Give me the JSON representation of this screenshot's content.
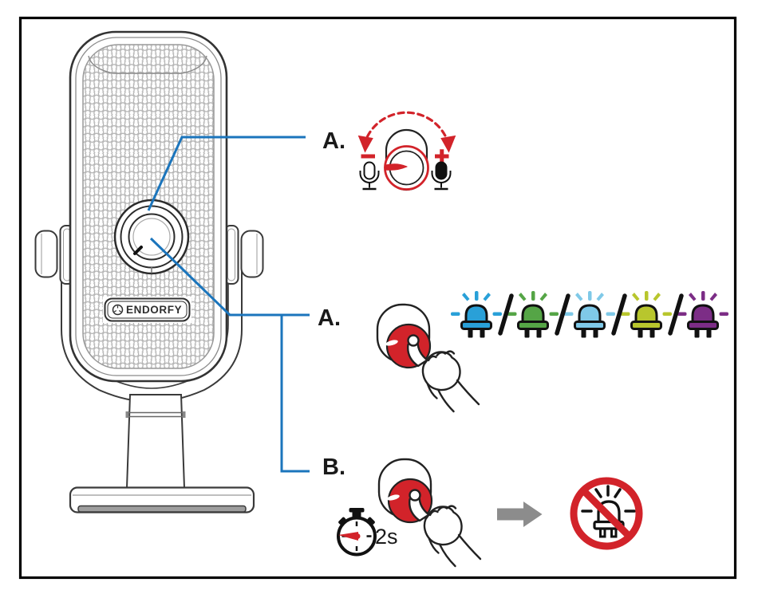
{
  "page": {
    "background": "#ffffff",
    "frame_border_color": "#000000"
  },
  "colors": {
    "accent_red": "#d2232a",
    "callout_blue": "#1b75bc",
    "arrow_gray": "#8c8c8c",
    "line_art": "#3a3a3a",
    "mesh_gray": "#b5b5b5",
    "foot_gray": "#9e9e9e"
  },
  "microphone": {
    "badge_text": "ENDORFY",
    "badge_logo_icon": "endorfy-logo-icon",
    "parts": [
      "mesh-grille",
      "gain-knob",
      "stand-arm",
      "stand-column",
      "stand-base",
      "thumbscrews"
    ]
  },
  "rows": {
    "volume": {
      "label": "A.",
      "decrease_symbol": "−",
      "increase_symbol": "+",
      "icons": [
        "rotate-dial-icon",
        "mic-quiet-icon",
        "mic-loud-icon"
      ]
    },
    "led_color": {
      "label": "A.",
      "separator": "/",
      "icons": [
        "press-button-icon"
      ],
      "leds": [
        {
          "name": "led-blue",
          "color": "#29a0d8"
        },
        {
          "name": "led-green",
          "color": "#55a546"
        },
        {
          "name": "led-light-blue",
          "color": "#7fc9e8"
        },
        {
          "name": "led-lime",
          "color": "#b8c62d"
        },
        {
          "name": "led-purple",
          "color": "#7c2d86"
        }
      ]
    },
    "led_off": {
      "label": "B.",
      "hold_duration": "2s",
      "icons": [
        "stopwatch-icon",
        "press-button-icon",
        "arrow-right-icon",
        "no-led-prohibition-icon"
      ]
    }
  }
}
